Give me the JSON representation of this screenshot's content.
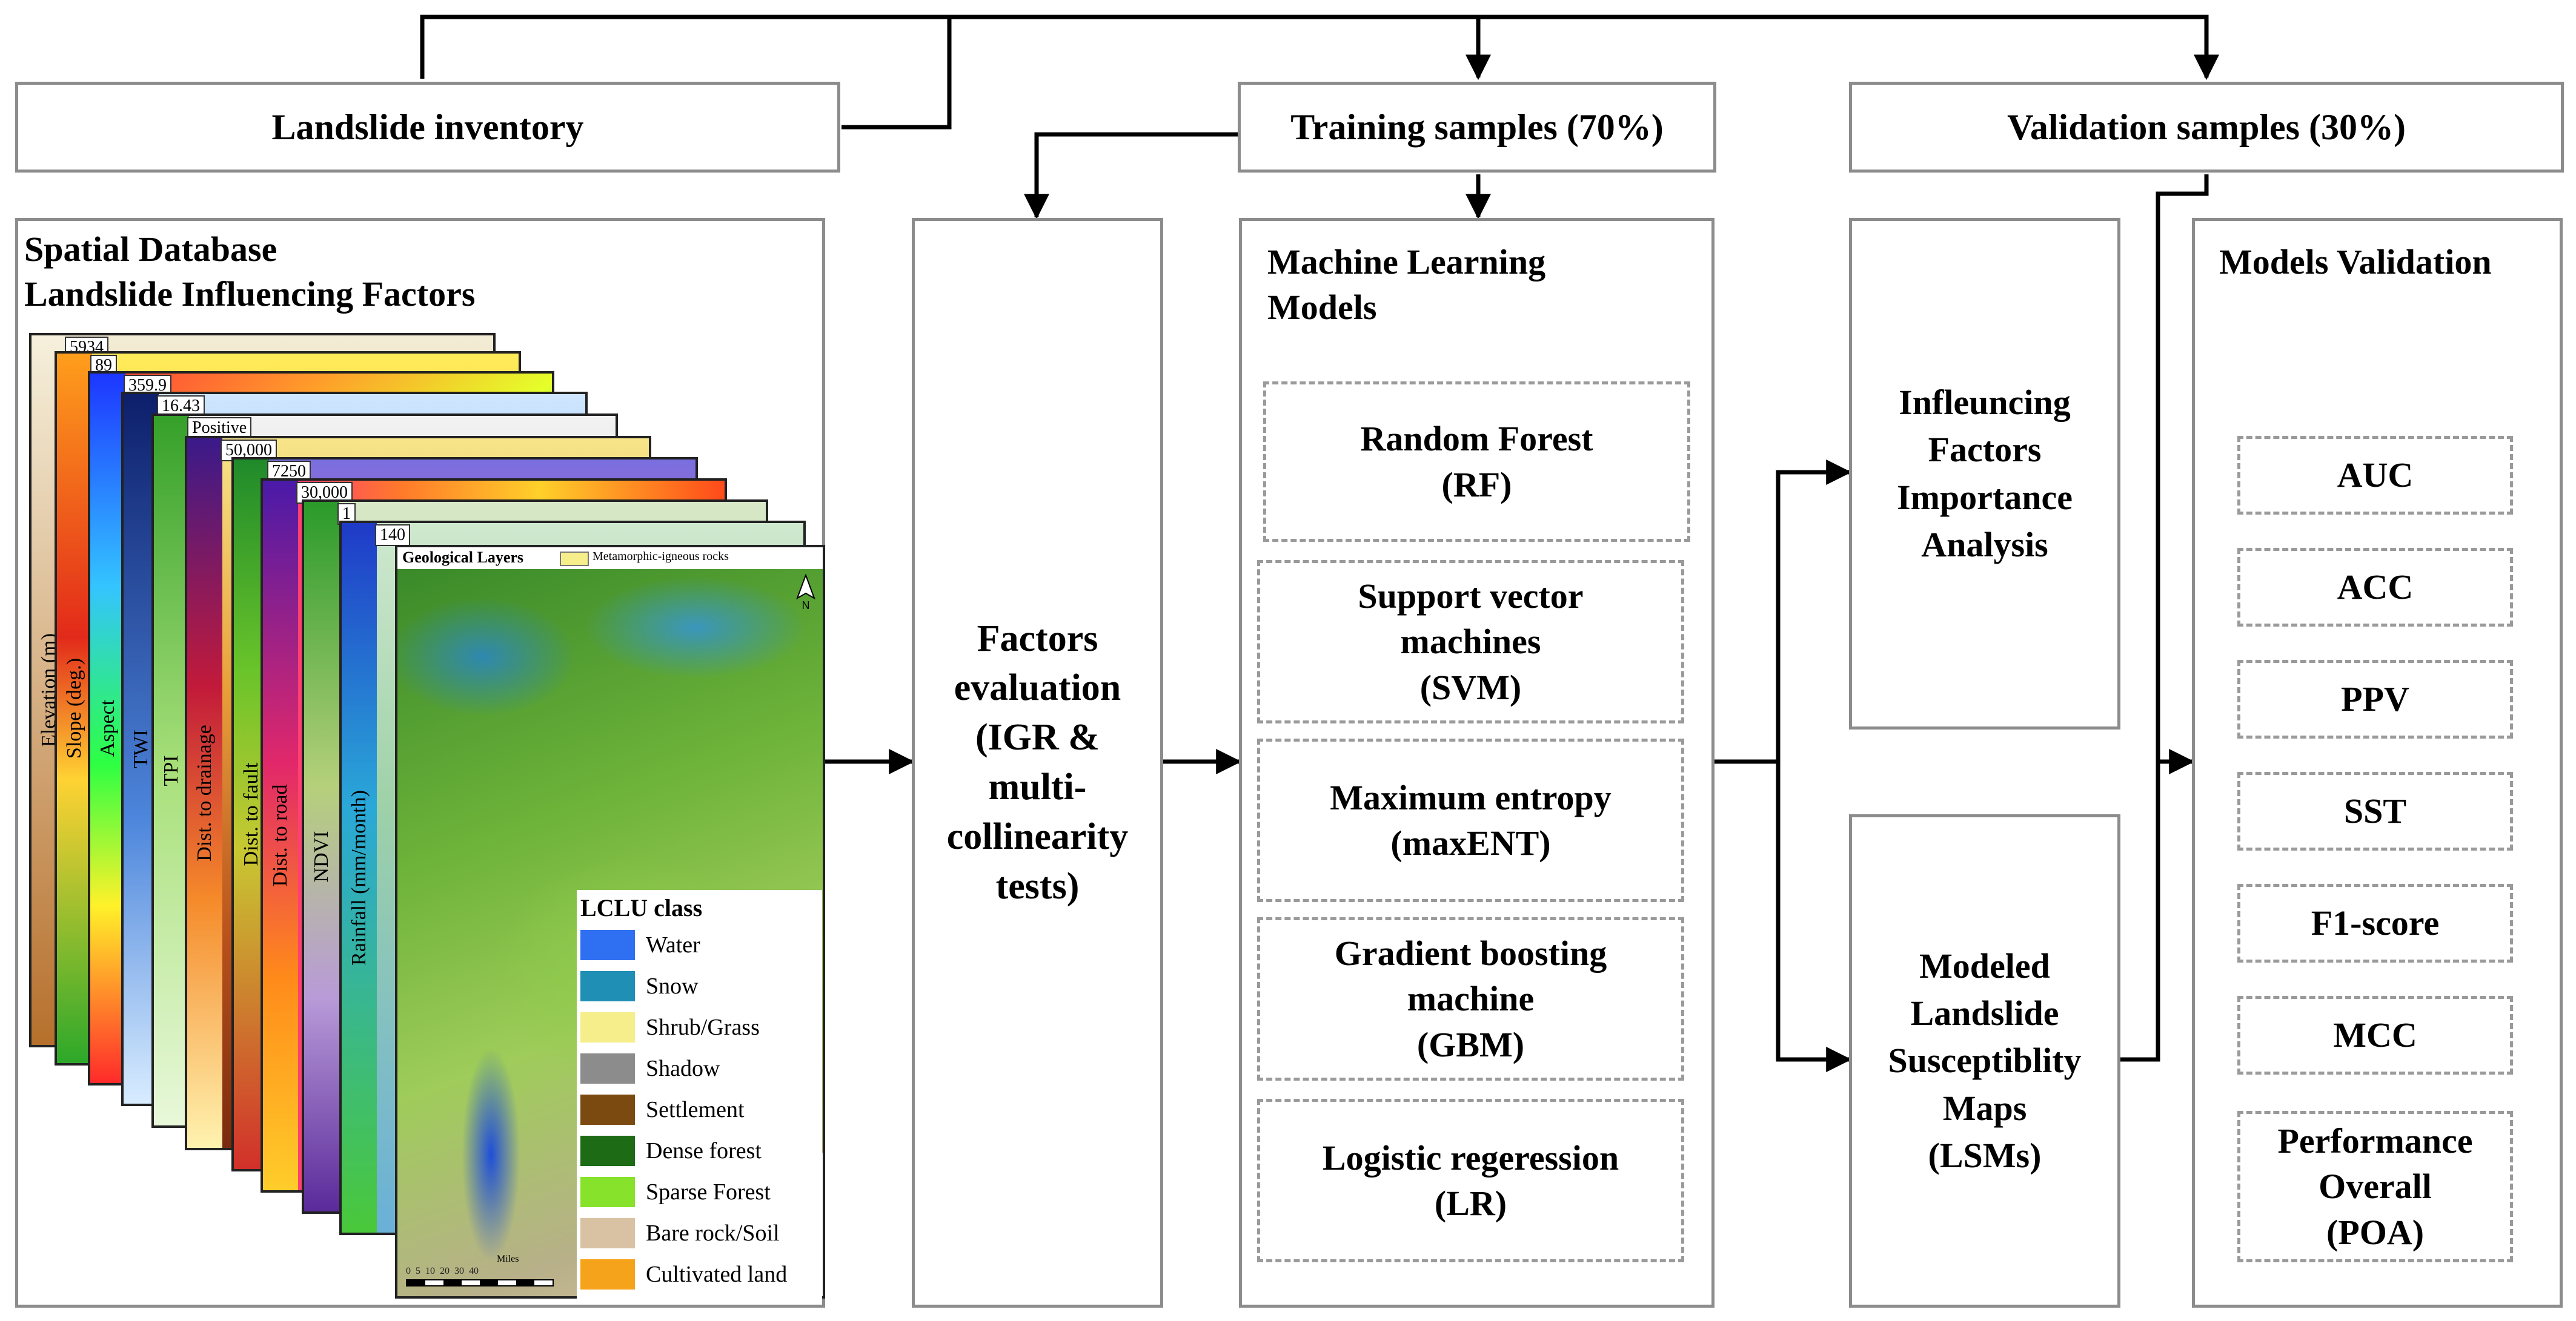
{
  "inventory": {
    "label": "Landslide inventory"
  },
  "training": {
    "label": "Training samples (70%)"
  },
  "validation": {
    "label": "Validation samples (30%)"
  },
  "database": {
    "title_line1": "Spatial Database",
    "title_line2": "Landslide Influencing Factors",
    "factors": [
      {
        "label": "Elevation (m)",
        "max": "5934"
      },
      {
        "label": "Slope (deg.)",
        "max": "89"
      },
      {
        "label": "Aspect",
        "max": "359.9"
      },
      {
        "label": "TWI",
        "max": "16.43"
      },
      {
        "label": "TPI",
        "max": "Positive"
      },
      {
        "label": "Dist. to drainage",
        "max": "50,000"
      },
      {
        "label": "Dist. to fault",
        "max": "7250"
      },
      {
        "label": "Dist. to road",
        "max": "30,000"
      },
      {
        "label": "NDVI",
        "max": "1"
      },
      {
        "label": "Rainfall (mm/month)",
        "max": "140"
      }
    ],
    "geo_header": "Geological Layers",
    "geo_legend": "Metamorphic-igneous rocks",
    "north": "N",
    "scale_text": "0  5  10  20  30  40",
    "scale_unit": "Miles",
    "lclu_title": "LCLU class",
    "lclu": [
      {
        "name": "Water",
        "color": "#2f6ff2"
      },
      {
        "name": "Snow",
        "color": "#1f8fb5"
      },
      {
        "name": "Shrub/Grass",
        "color": "#f5ee8a"
      },
      {
        "name": "Shadow",
        "color": "#8c8c8c"
      },
      {
        "name": "Settlement",
        "color": "#7a4a10"
      },
      {
        "name": "Dense forest",
        "color": "#1e6b16"
      },
      {
        "name": "Sparse Forest",
        "color": "#86e22a"
      },
      {
        "name": "Bare rock/Soil",
        "color": "#d9c2a3"
      },
      {
        "name": "Cultivated land",
        "color": "#f5a31a"
      }
    ]
  },
  "factors_eval": {
    "line1": "Factors",
    "line2": "evaluation",
    "line3": "(IGR &",
    "line4": "multi-",
    "line5": "collinearity",
    "line6": "tests)"
  },
  "ml": {
    "title_line1": "Machine Learning",
    "title_line2": "Models",
    "models": [
      {
        "line1": "Random Forest",
        "line2": "(RF)"
      },
      {
        "line1": "Support vector",
        "line2": "machines",
        "line3": "(SVM)"
      },
      {
        "line1": "Maximum entropy",
        "line2": "(maxENT)"
      },
      {
        "line1": "Gradient boosting",
        "line2": "machine",
        "line3": "(GBM)"
      },
      {
        "line1": "Logistic regeression",
        "line2": "(LR)"
      }
    ]
  },
  "importance": {
    "line1": "Infleuncing",
    "line2": "Factors",
    "line3": "Importance",
    "line4": "Analysis"
  },
  "lsm": {
    "line1": "Modeled",
    "line2": "Landslide",
    "line3": "Susceptiblity",
    "line4": "Maps",
    "line5": "(LSMs)"
  },
  "validation_panel": {
    "title": "Models Validation",
    "metrics": [
      "AUC",
      "ACC",
      "PPV",
      "SST",
      "F1-score",
      "MCC"
    ],
    "poa_line1": "Performance",
    "poa_line2": "Overall",
    "poa_line3": "(POA)"
  },
  "colors": {
    "box_border": "#8c8c8c",
    "dash_border": "#9a9a9a",
    "arrow": "#000000"
  }
}
